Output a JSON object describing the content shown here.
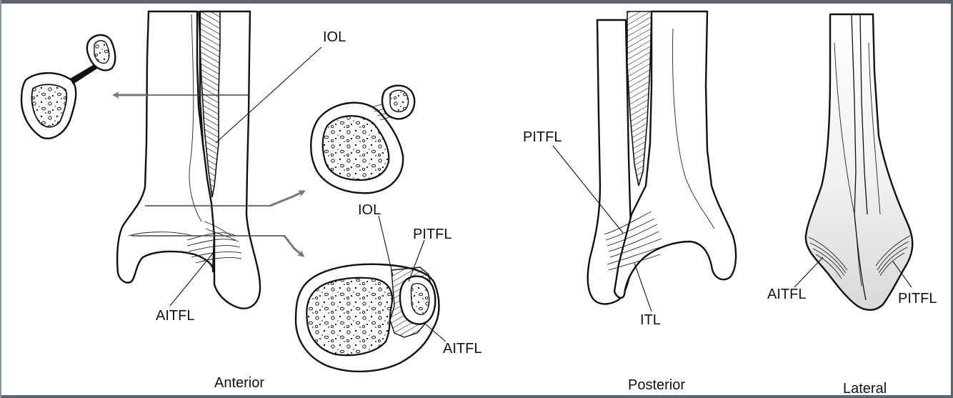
{
  "colors": {
    "ink": "#111111",
    "arrow": "#777777",
    "frame": "#5b6770",
    "shade": "#e6e6e6"
  },
  "labels": {
    "iol_top": "IOL",
    "aitfl_anterior": "AITFL",
    "iol_section": "IOL",
    "pitfl_section": "PITFL",
    "aitfl_section": "AITFL",
    "pitfl_posterior": "PITFL",
    "itl_posterior": "ITL",
    "aitfl_lateral": "AITFL",
    "pitfl_lateral": "PITFL"
  },
  "captions": {
    "anterior": "Anterior",
    "posterior": "Posterior",
    "lateral": "Lateral"
  }
}
